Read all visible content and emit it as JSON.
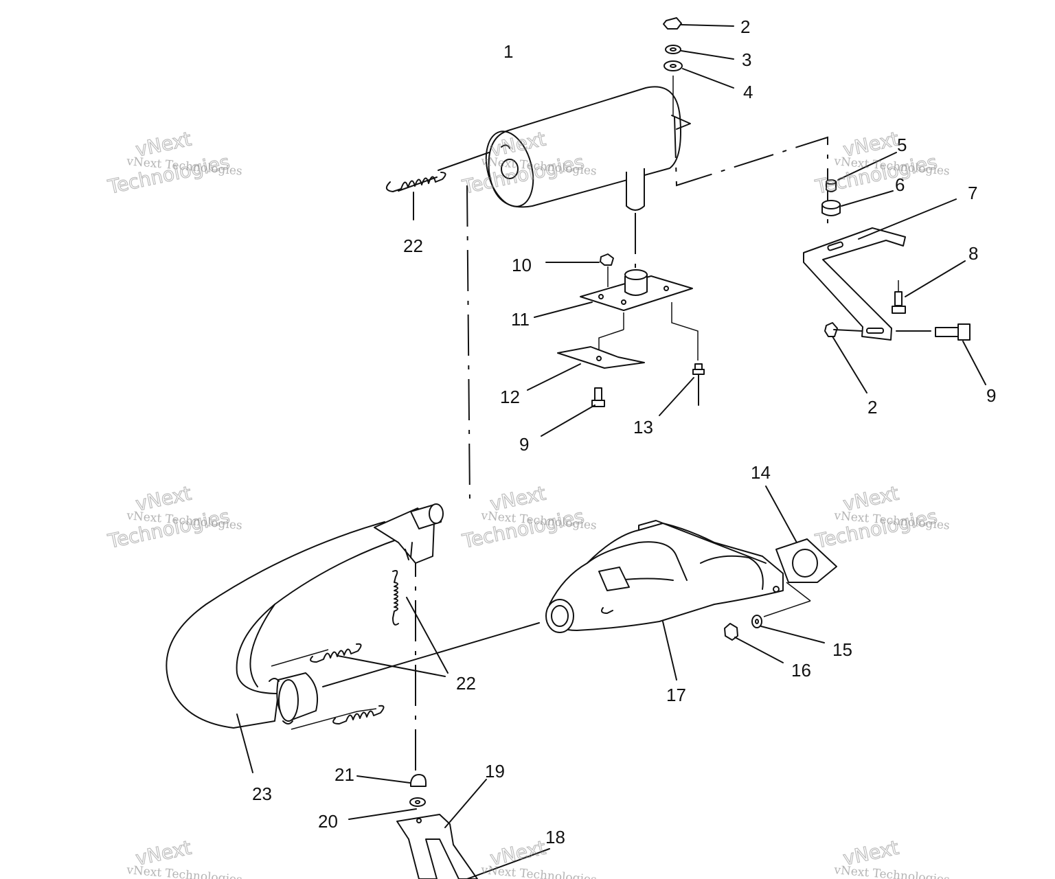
{
  "labels": {
    "l1": "1",
    "l2a": "2",
    "l3": "3",
    "l4": "4",
    "l5": "5",
    "l6": "6",
    "l7": "7",
    "l8": "8",
    "l2b": "2",
    "l9a": "9",
    "l10": "10",
    "l11": "11",
    "l12": "12",
    "l9b": "9",
    "l13": "13",
    "l22a": "22",
    "l14": "14",
    "l15": "15",
    "l16": "16",
    "l17": "17",
    "l22b": "22",
    "l23": "23",
    "l21": "21",
    "l19": "19",
    "l20": "20",
    "l18": "18"
  },
  "watermark": {
    "line1": "vNext Technologies",
    "line2": "Technologies",
    "line3": "vNext"
  }
}
